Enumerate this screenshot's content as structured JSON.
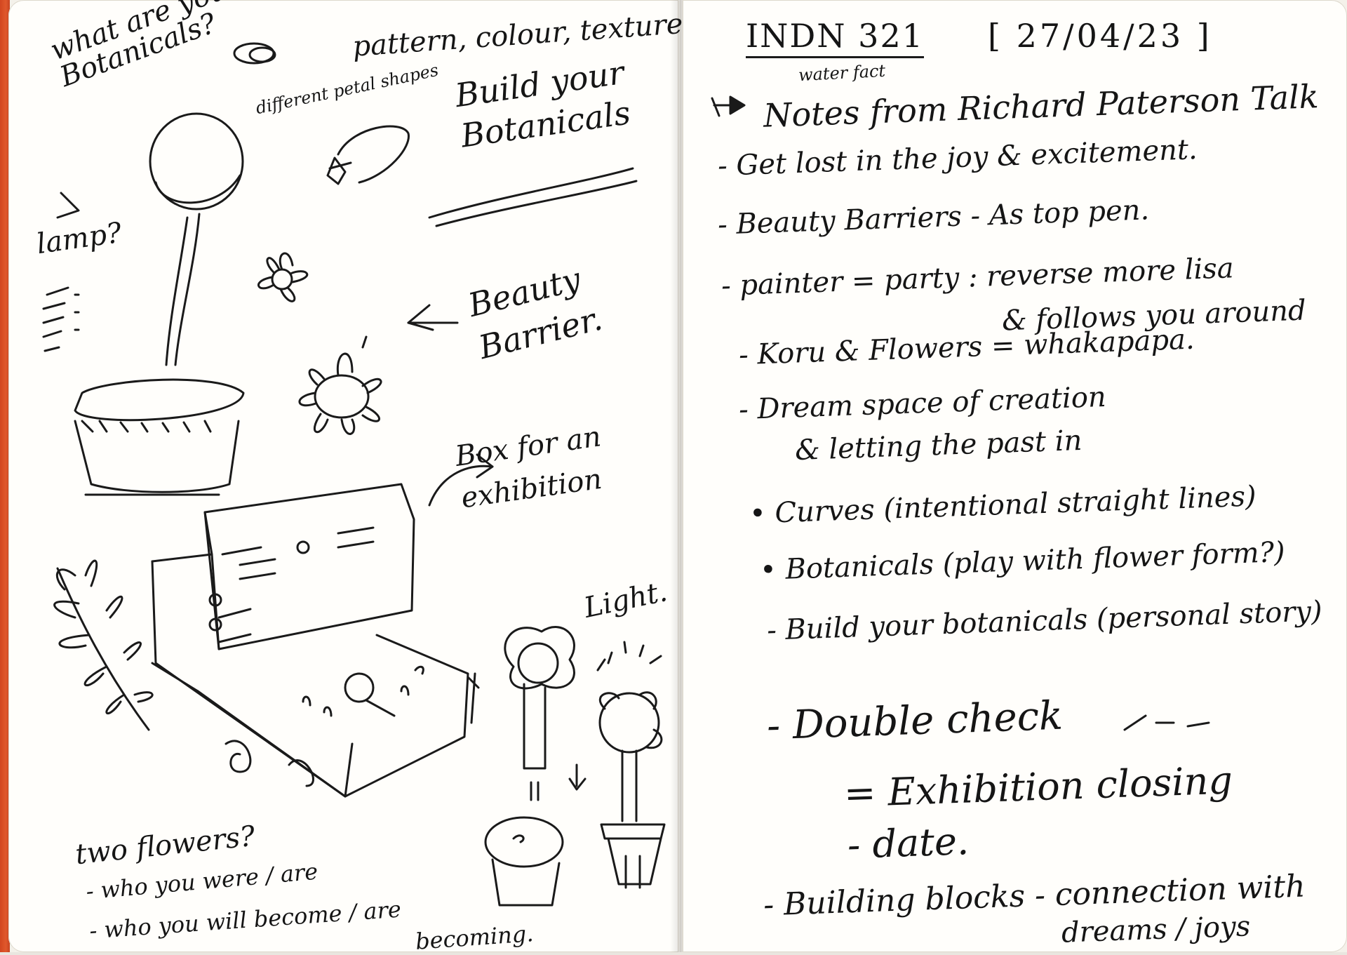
{
  "left_page": {
    "what_are_your_botanicals": "what are your Botanicals?",
    "pattern_colour_texture": "pattern, colour, texture.",
    "different_petal_shapes": "different petal shapes",
    "build_your_botanicals": "Build your Botanicals",
    "lamp": "lamp?",
    "beauty_barriers": "Beauty Barrier.",
    "box_for_exhibition": "Box for an exhibition",
    "lights": "Light.",
    "two_flowers": "two flowers?",
    "who_you_were": "- who you were / are",
    "who_you_will_become": "- who you will become / are",
    "becoming": "becoming."
  },
  "right_page": {
    "course_code": "INDN 321",
    "date": "[ 27/04/23 ]",
    "subheading": "water fact",
    "heading": "Notes from Richard Paterson Talk",
    "notes": [
      "- Get lost in the joy & excitement.",
      "- Beauty Barriers - As top pen.",
      "- painter = party : reverse more lisa",
      "& follows you around",
      "- Koru & Flowers = whakapapa.",
      "- Dream space of creation",
      "& letting the past in",
      "• Curves (intentional straight lines)",
      "• Botanicals (play with flower form?)",
      "- Build your botanicals (personal story)",
      "- Double check",
      "= Exhibition closing",
      "- date.",
      "- Building blocks - connection with",
      "dreams / joys"
    ]
  }
}
